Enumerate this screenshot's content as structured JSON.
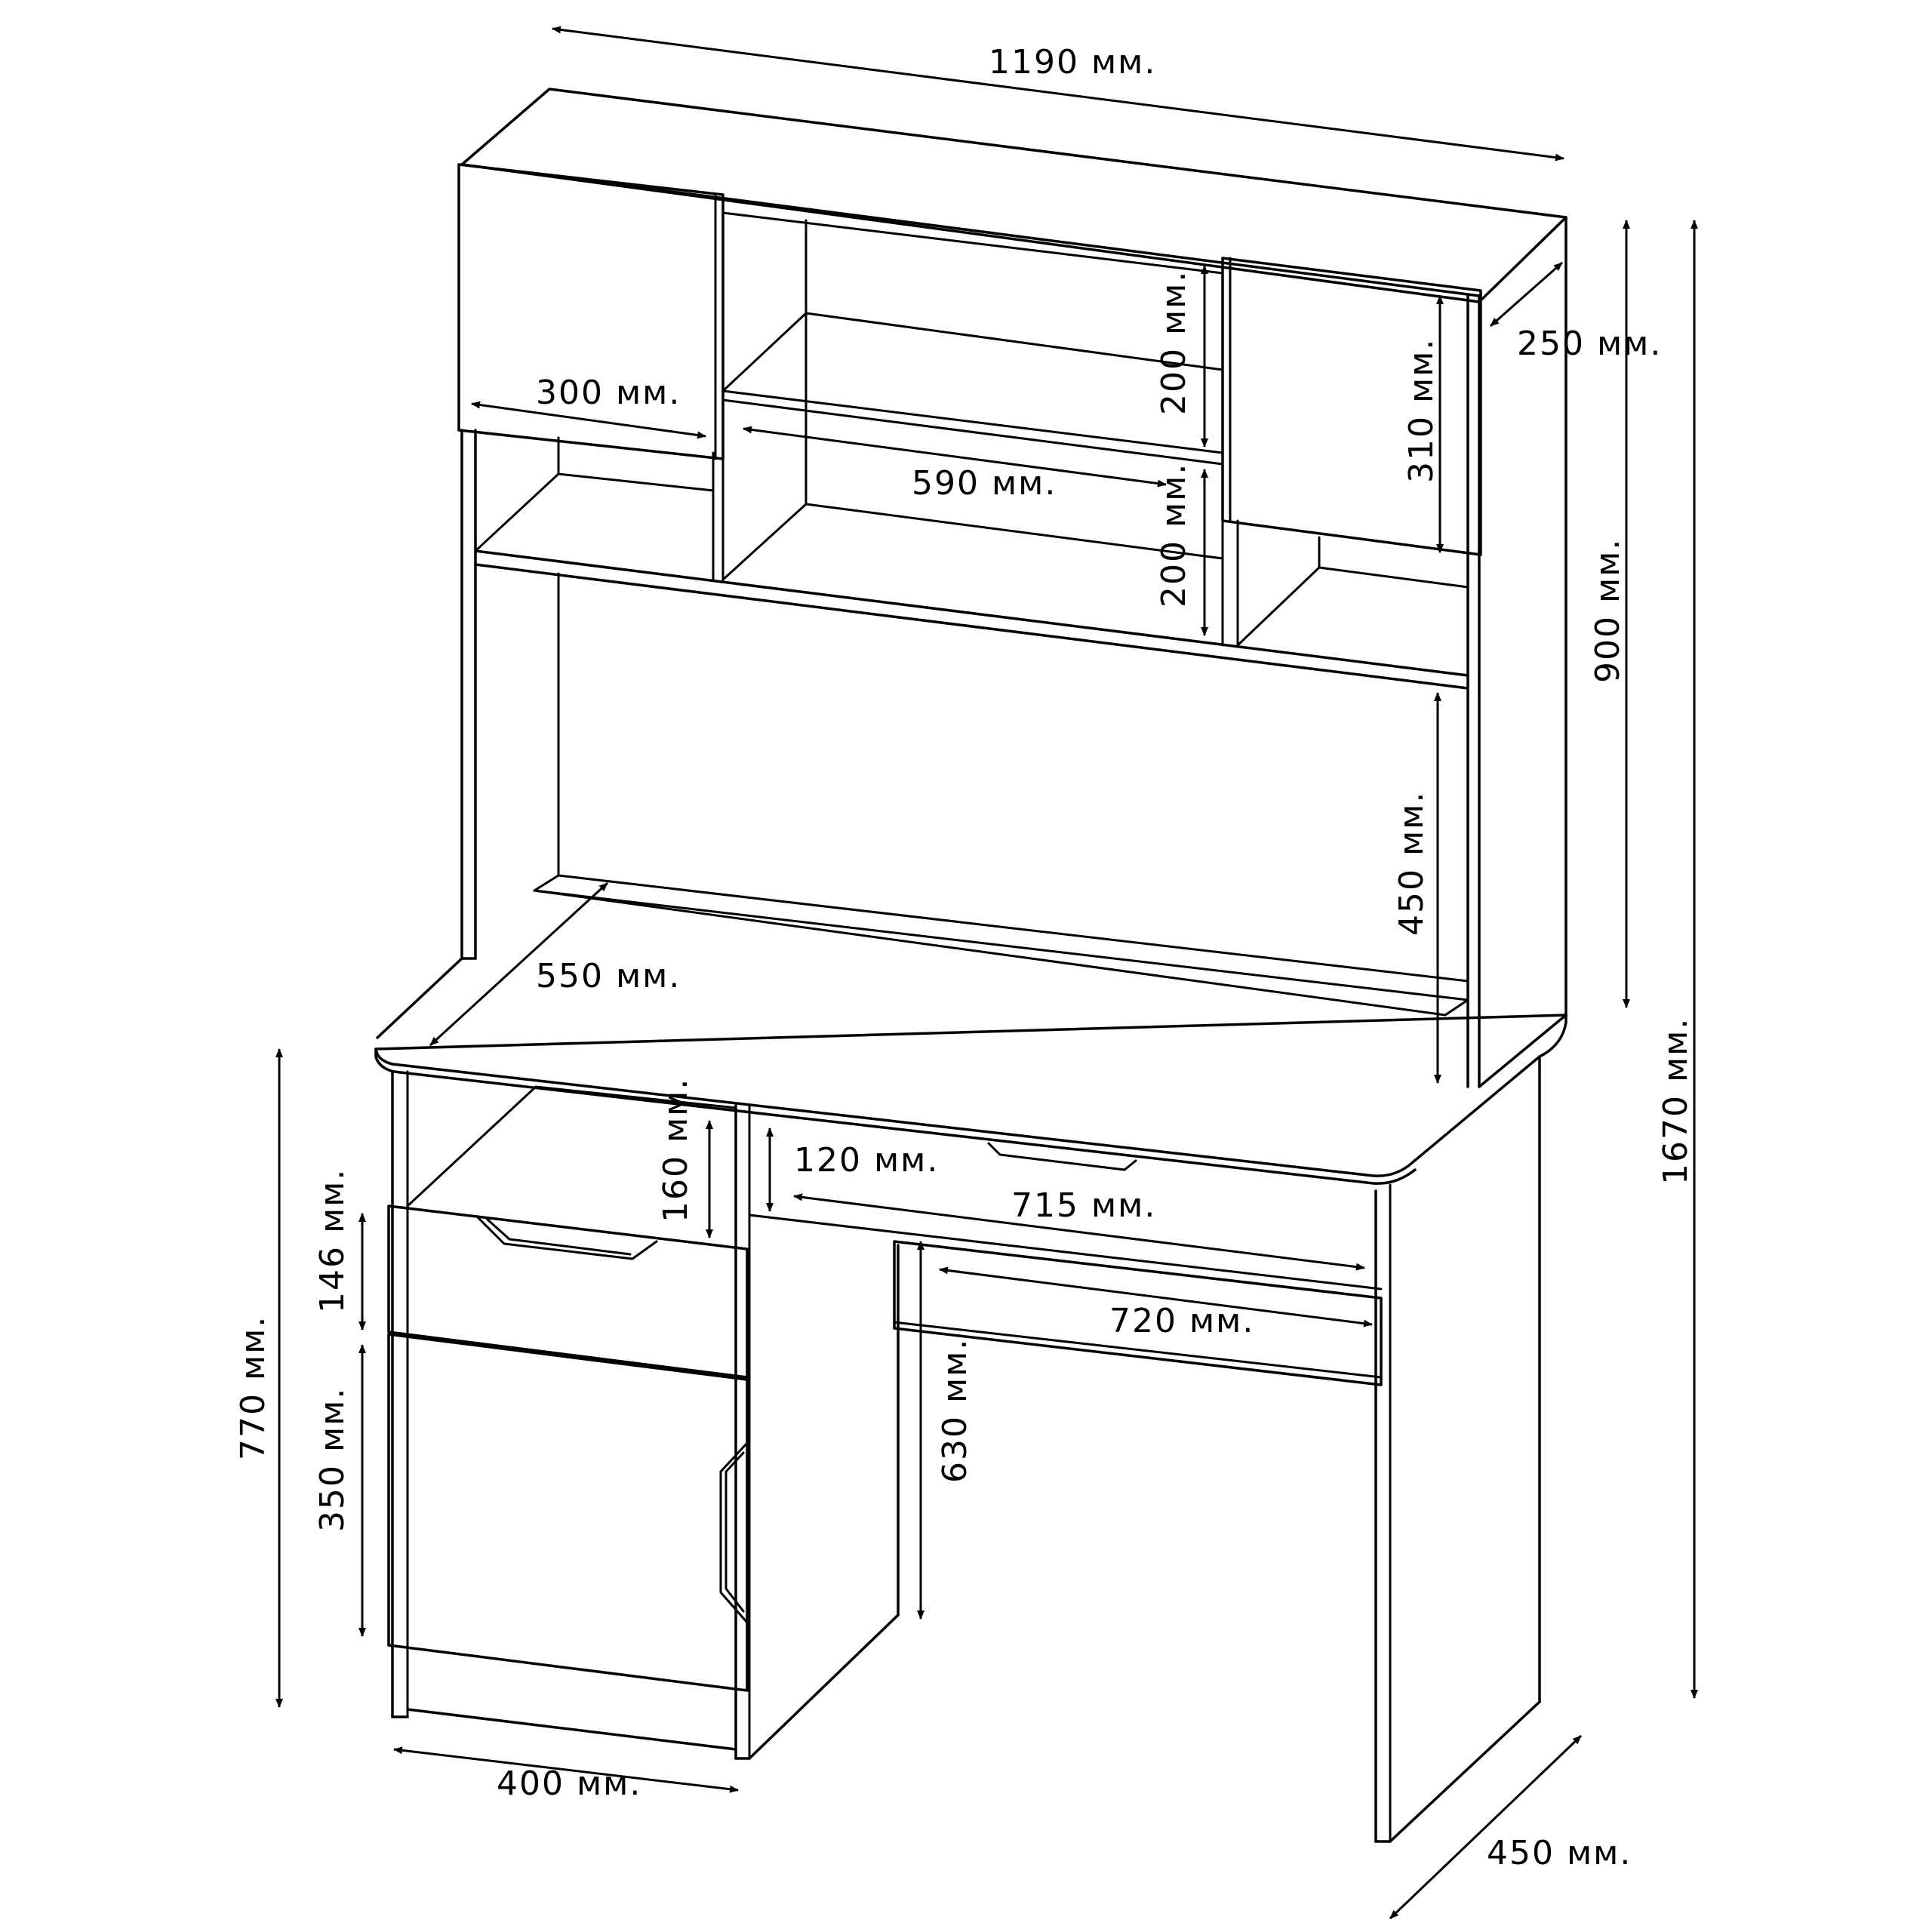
{
  "colors": {
    "line": "#000000",
    "background": "#ffffff"
  },
  "dimensions": {
    "total_width": "1190 мм.",
    "hutch_door_width": "300 мм.",
    "hutch_niche_width": "590 мм.",
    "hutch_upper_shelf_height": "200 мм.",
    "hutch_lower_shelf_height": "200 мм.",
    "hutch_door_height": "310 мм.",
    "hutch_depth": "250 мм.",
    "hutch_height": "900 мм.",
    "total_height": "1670 мм.",
    "hutch_clearance": "450 мм.",
    "desk_inner_depth": "550 мм.",
    "desk_height": "770 мм.",
    "open_niche_height": "160 мм.",
    "front_rail_height": "120 мм.",
    "legroom_width_top": "715 мм.",
    "legroom_width_bottom": "720 мм.",
    "drawer_height": "146 мм.",
    "door_height": "350 мм.",
    "legroom_height": "630 мм.",
    "pedestal_width": "400 мм.",
    "desk_depth": "450 мм."
  }
}
